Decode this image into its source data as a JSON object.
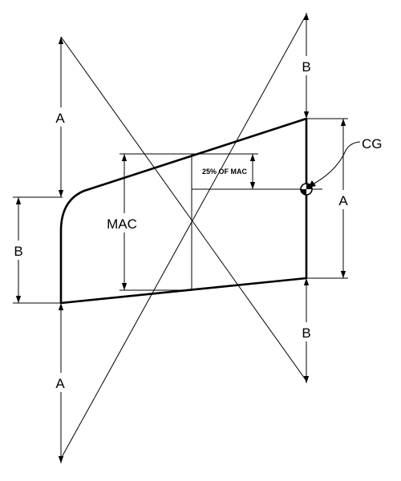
{
  "labels": {
    "a": "A",
    "b": "B",
    "mac": "MAC",
    "cg": "CG",
    "quarter_mac": "25% OF MAC"
  }
}
